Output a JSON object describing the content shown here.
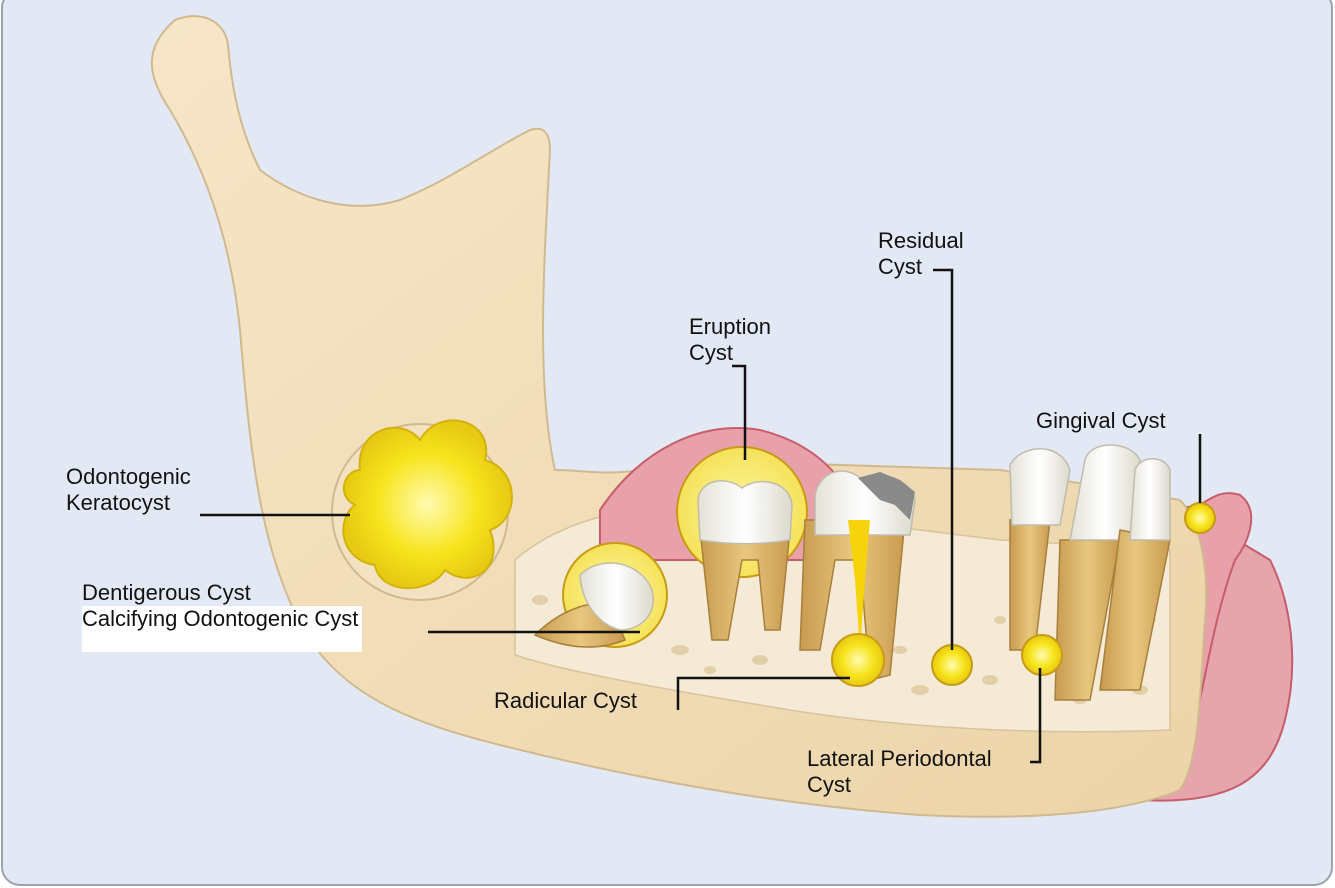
{
  "colors": {
    "panel_bg": "#e3e9f4",
    "panel_border": "#9aa3ad",
    "bone": "#f1dcb6",
    "bone_edge": "#d1b98f",
    "spongy_bone": "#f4ead6",
    "gum": "#e08e98",
    "gum_dark": "#c75d6b",
    "cyst": "#f7e41c",
    "cyst_edge": "#c99a14",
    "enamel": "#fbfbf5",
    "root": "#d9b168",
    "leader": "#111111"
  },
  "labels": {
    "odontogenic": [
      "Odontogenic",
      "Keratocyst"
    ],
    "dentigerous": [
      "Dentigerous Cyst",
      "Calcifying Odontogenic Cyst"
    ],
    "eruption": [
      "Eruption",
      "Cyst"
    ],
    "residual": [
      "Residual",
      "Cyst"
    ],
    "gingival": "Gingival Cyst",
    "radicular": "Radicular Cyst",
    "lateral": [
      "Lateral Periodontal",
      "Cyst"
    ]
  }
}
